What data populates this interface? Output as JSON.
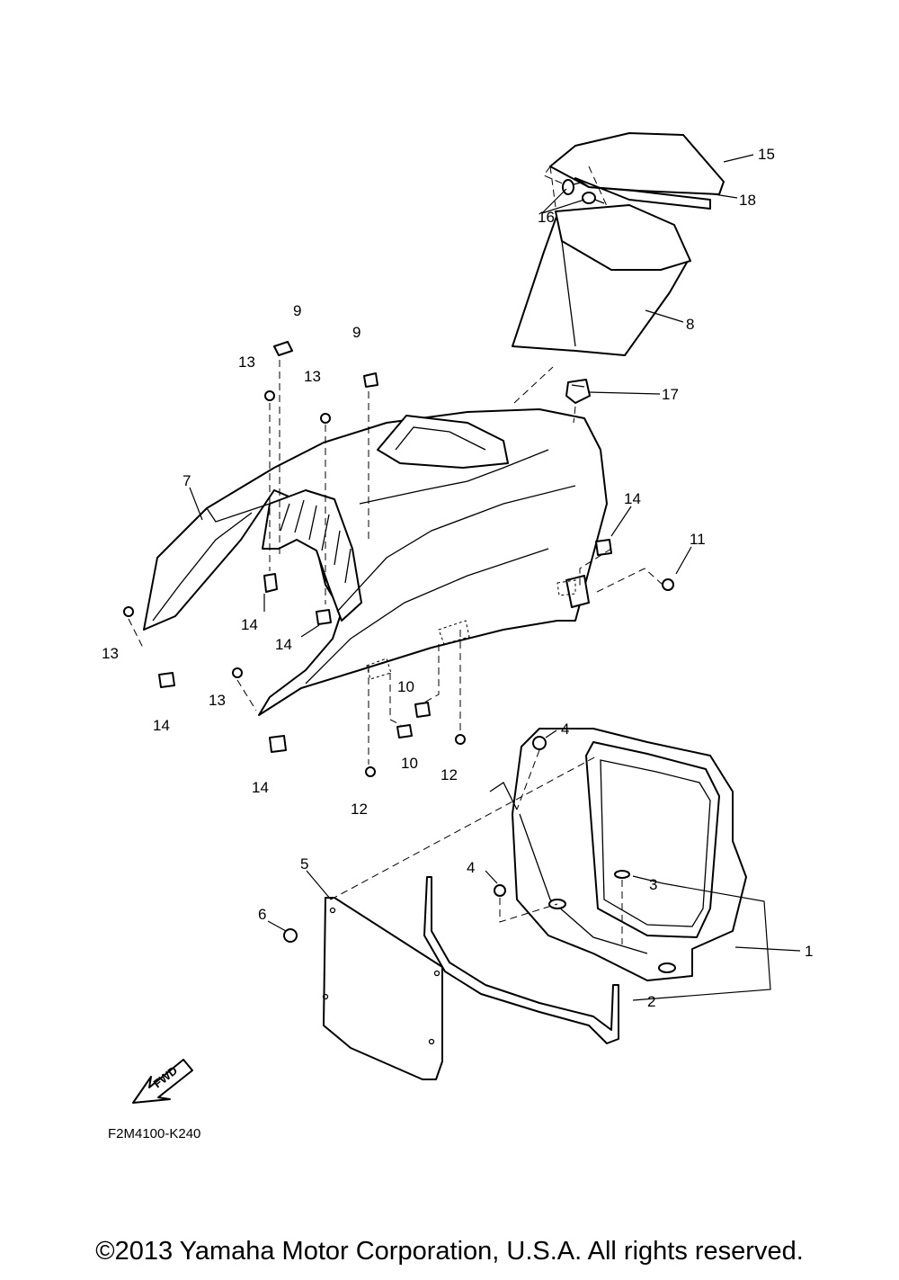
{
  "diagram": {
    "code": "F2M4100-K240",
    "fwd_label": "FWD",
    "copyright": "©2013 Yamaha Motor Corporation, U.S.A. All rights reserved.",
    "callouts": {
      "c1": "1",
      "c2": "2",
      "c3": "3",
      "c4a": "4",
      "c4b": "4",
      "c5": "5",
      "c6": "6",
      "c7": "7",
      "c8": "8",
      "c9a": "9",
      "c9b": "9",
      "c10a": "10",
      "c10b": "10",
      "c11": "11",
      "c12a": "12",
      "c12b": "12",
      "c13a": "13",
      "c13b": "13",
      "c13c": "13",
      "c13d": "13",
      "c14a": "14",
      "c14b": "14",
      "c14c": "14",
      "c14d": "14",
      "c14e": "14",
      "c15": "15",
      "c16": "16",
      "c17": "17",
      "c18": "18"
    }
  }
}
